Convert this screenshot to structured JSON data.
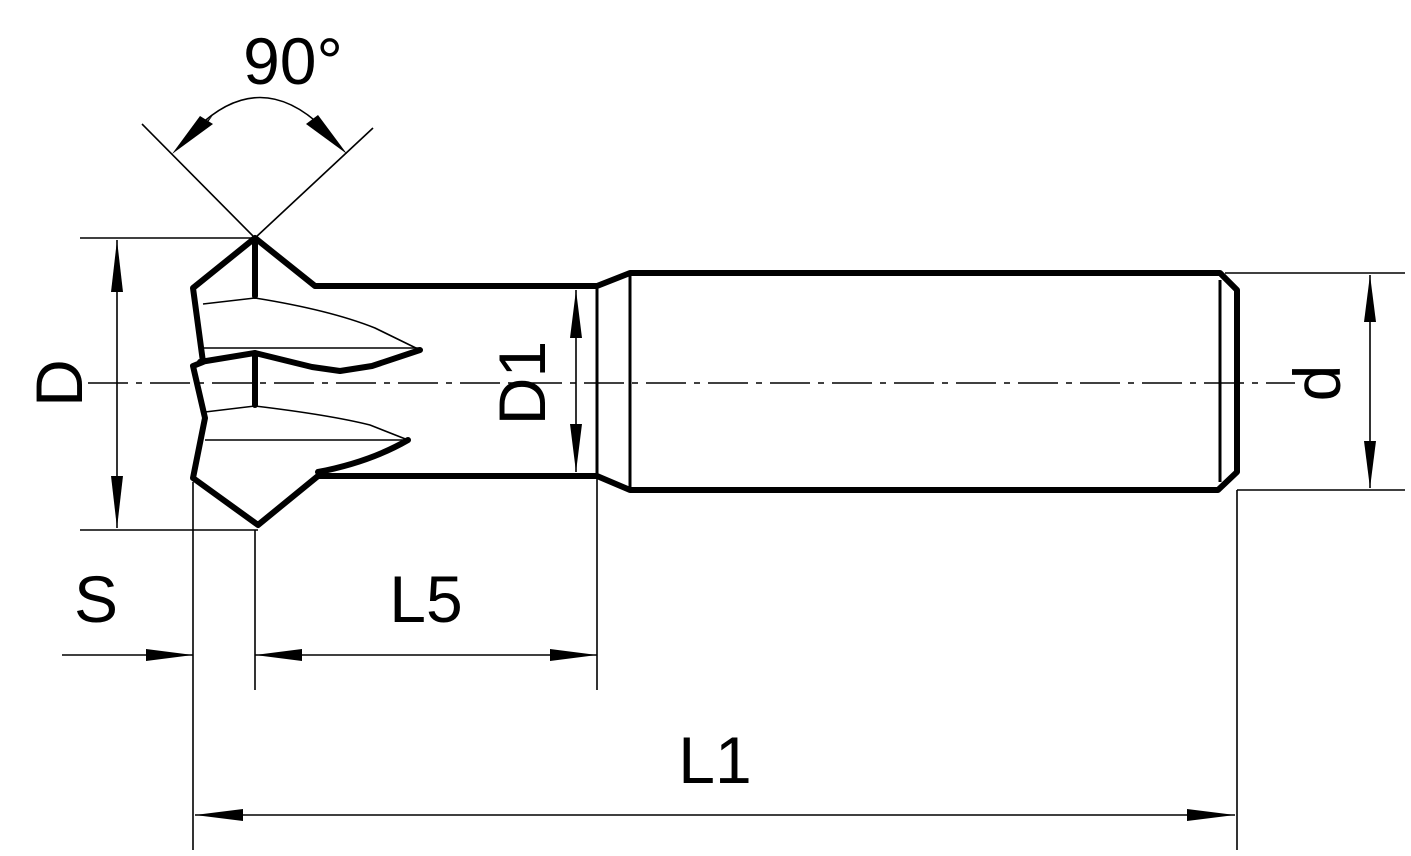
{
  "title": "Dovetail / T-slot cutter technical drawing",
  "labels": {
    "angle": "90°",
    "diameter": "D",
    "neck_diameter": "D1",
    "shank_diameter": "d",
    "cutting_width": "S",
    "neck_length": "L5",
    "overall_length": "L1"
  }
}
